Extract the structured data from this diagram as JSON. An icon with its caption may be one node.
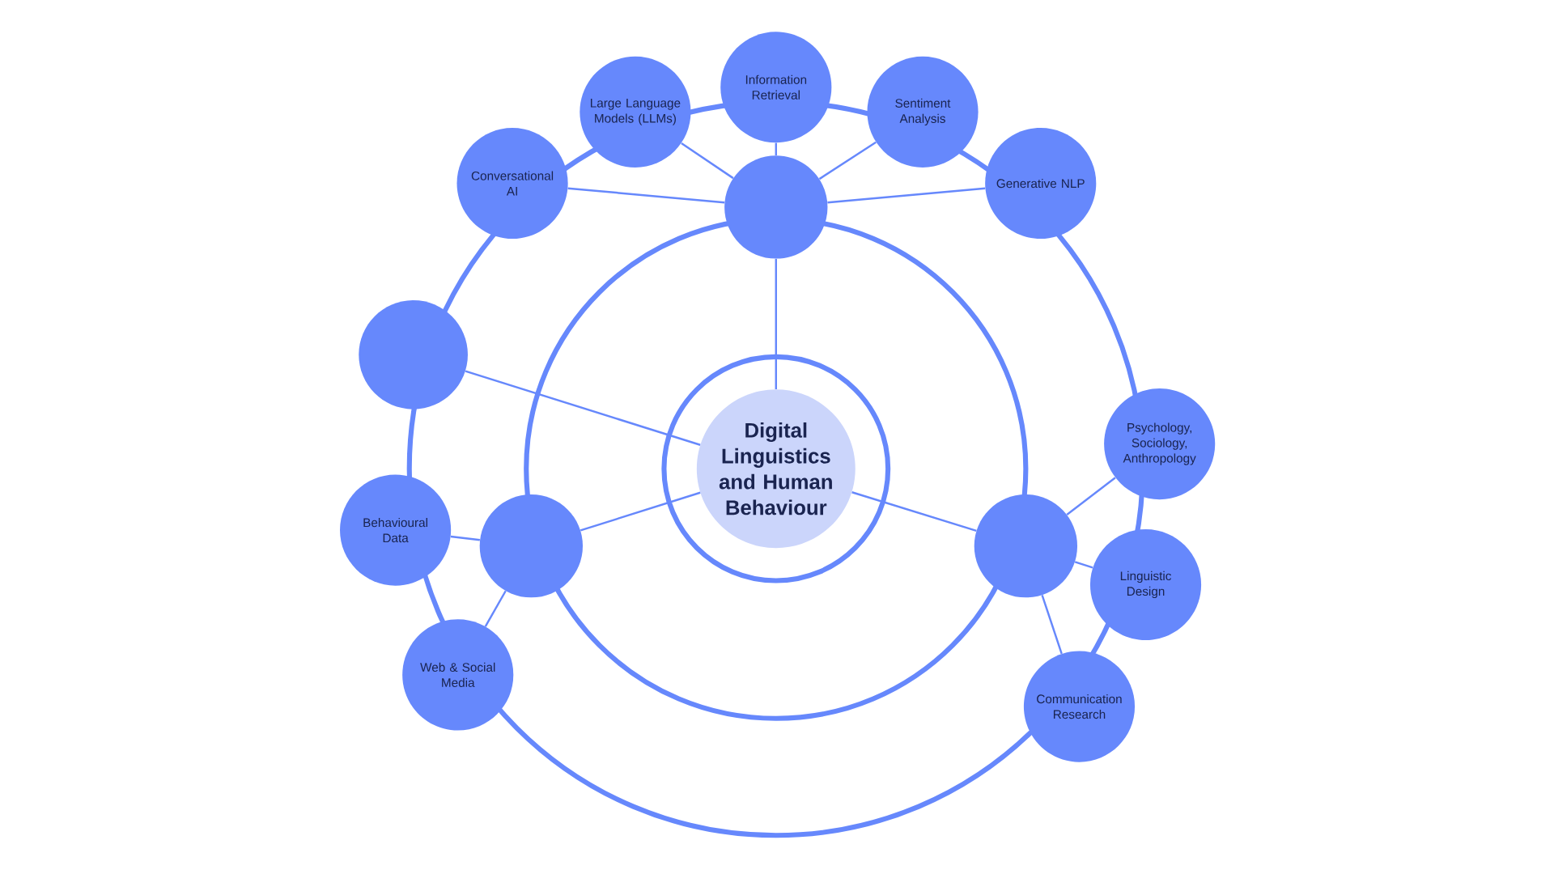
{
  "diagram": {
    "nodes": [
      {
        "text": [
          "Digital Linguistics and Human Behaviour"
        ]
      },
      {
        "text": [],
        "shape": "circle"
      },
      {
        "text": [],
        "shape": "circle"
      },
      {
        "text": [],
        "shape": "circle"
      },
      {
        "text": [],
        "shape": "circle"
      },
      {
        "text": [
          "Conversational AI"
        ]
      },
      {
        "text": [
          "Large Language Models (LLMs)"
        ]
      },
      {
        "text": [
          "Information Retrieval"
        ]
      },
      {
        "text": [
          "Sentiment Analysis"
        ]
      },
      {
        "text": [
          "Generative NLP"
        ]
      },
      {
        "text": [
          "Psychology, Sociology, Anthropology"
        ]
      },
      {
        "text": [
          "Linguistic Design"
        ]
      },
      {
        "text": [
          "Communication Research"
        ]
      },
      {
        "text": [
          "Web & Social Media"
        ]
      },
      {
        "text": [
          "Behavioural Data"
        ]
      }
    ],
    "edges": [
      {
        "from": 0,
        "to": 1,
        "arrow": "none"
      },
      {
        "from": 0,
        "to": 2,
        "arrow": "none"
      },
      {
        "from": 0,
        "to": 3,
        "arrow": "none"
      },
      {
        "from": 0,
        "to": 4,
        "arrow": "none"
      },
      {
        "from": 1,
        "to": 5,
        "arrow": "none"
      },
      {
        "from": 1,
        "to": 6,
        "arrow": "none"
      },
      {
        "from": 1,
        "to": 7,
        "arrow": "none"
      },
      {
        "from": 1,
        "to": 8,
        "arrow": "none"
      },
      {
        "from": 1,
        "to": 9,
        "arrow": "none"
      },
      {
        "from": 2,
        "to": 14,
        "arrow": "none"
      },
      {
        "from": 2,
        "to": 13,
        "arrow": "none"
      },
      {
        "from": 3,
        "to": 10,
        "arrow": "none"
      },
      {
        "from": 3,
        "to": 11,
        "arrow": "none"
      },
      {
        "from": 3,
        "to": 12,
        "arrow": "none"
      }
    ]
  }
}
